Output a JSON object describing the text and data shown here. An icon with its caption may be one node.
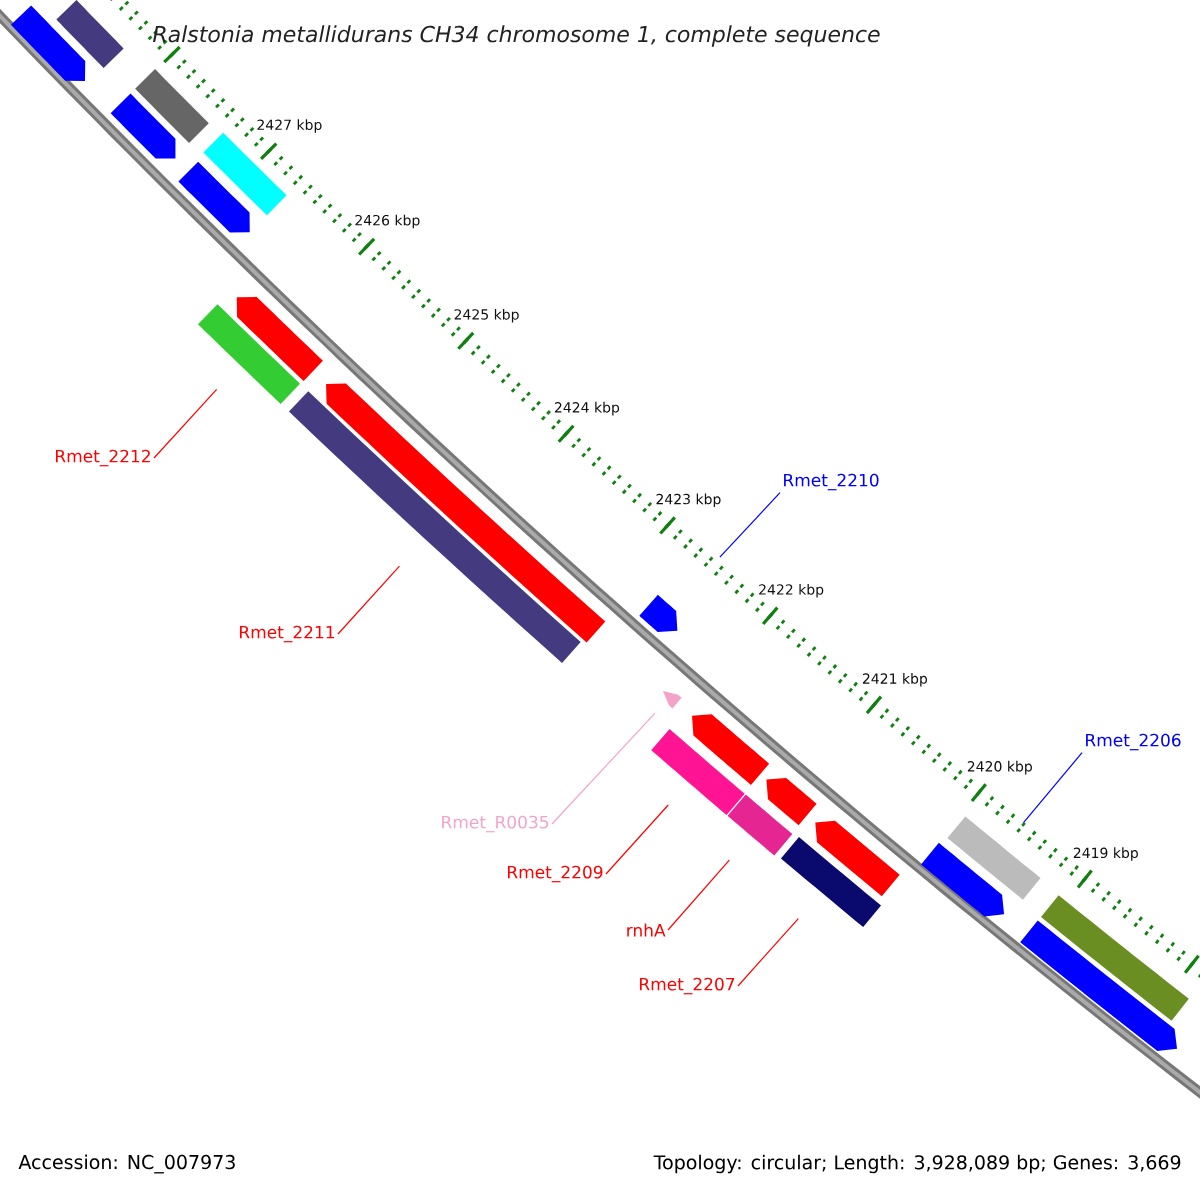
{
  "diagram": {
    "title": "Ralstonia metallidurans CH34 chromosome 1, complete sequence",
    "nodes": [
      {
        "text": [],
        "shape": "bar"
      },
      {
        "text": [],
        "shape": "arrow"
      },
      {
        "text": [],
        "shape": "bar"
      },
      {
        "text": [],
        "shape": "arrow"
      },
      {
        "text": [],
        "shape": "bar"
      },
      {
        "text": [],
        "shape": "arrow"
      },
      {
        "text": [],
        "shape": "bar"
      },
      {
        "text": [],
        "shape": "arrow"
      },
      {
        "text": [],
        "shape": "bar"
      },
      {
        "text": [],
        "shape": "arrow"
      },
      {
        "text": [],
        "shape": "arrow"
      },
      {
        "text": [],
        "shape": "arrow"
      },
      {
        "text": [],
        "shape": "arrow"
      },
      {
        "text": [],
        "shape": "bar"
      },
      {
        "text": [],
        "shape": "arrow"
      },
      {
        "text": [],
        "shape": "arrow"
      },
      {
        "text": [],
        "shape": "bar"
      },
      {
        "text": [],
        "shape": "bar"
      },
      {
        "text": [],
        "shape": "bar"
      },
      {
        "text": [],
        "shape": "arrow"
      },
      {
        "text": [],
        "shape": "bar"
      },
      {
        "text": [],
        "shape": "arrow"
      },
      {
        "text": [
          "Rmet_2212"
        ]
      },
      {
        "text": [
          "Rmet_2211"
        ]
      },
      {
        "text": [
          "Rmet_2210"
        ]
      },
      {
        "text": [
          "Rmet_2206"
        ]
      },
      {
        "text": [
          "Rmet_R0035"
        ]
      },
      {
        "text": [
          "Rmet_2209"
        ]
      },
      {
        "text": [
          "rnhA"
        ]
      },
      {
        "text": [
          "Rmet_2207"
        ]
      }
    ],
    "edges": [
      {
        "from": 22,
        "to": 6,
        "arrow": "none"
      },
      {
        "from": 23,
        "to": 8,
        "arrow": "none"
      },
      {
        "from": 24,
        "to": 10,
        "arrow": "none",
        "color": "#0000ff"
      },
      {
        "from": 25,
        "to": 18,
        "arrow": "none",
        "color": "#0000ff"
      },
      {
        "from": 26,
        "to": 11,
        "arrow": "none",
        "color": "#f4a3c8"
      },
      {
        "from": 27,
        "to": 13,
        "arrow": "none"
      },
      {
        "from": 28,
        "to": 16,
        "arrow": "none"
      },
      {
        "from": 29,
        "to": 17,
        "arrow": "none"
      }
    ],
    "labels": [
      "2427 kbp",
      "2426 kbp",
      "2425 kbp",
      "2424 kbp",
      "2423 kbp",
      "2422 kbp",
      "2421 kbp",
      "2420 kbp",
      "2419 kbp",
      "Accession: NC_007973",
      "Topology: circular; Length: 3,928,089 bp; Genes: 3,669"
    ]
  }
}
